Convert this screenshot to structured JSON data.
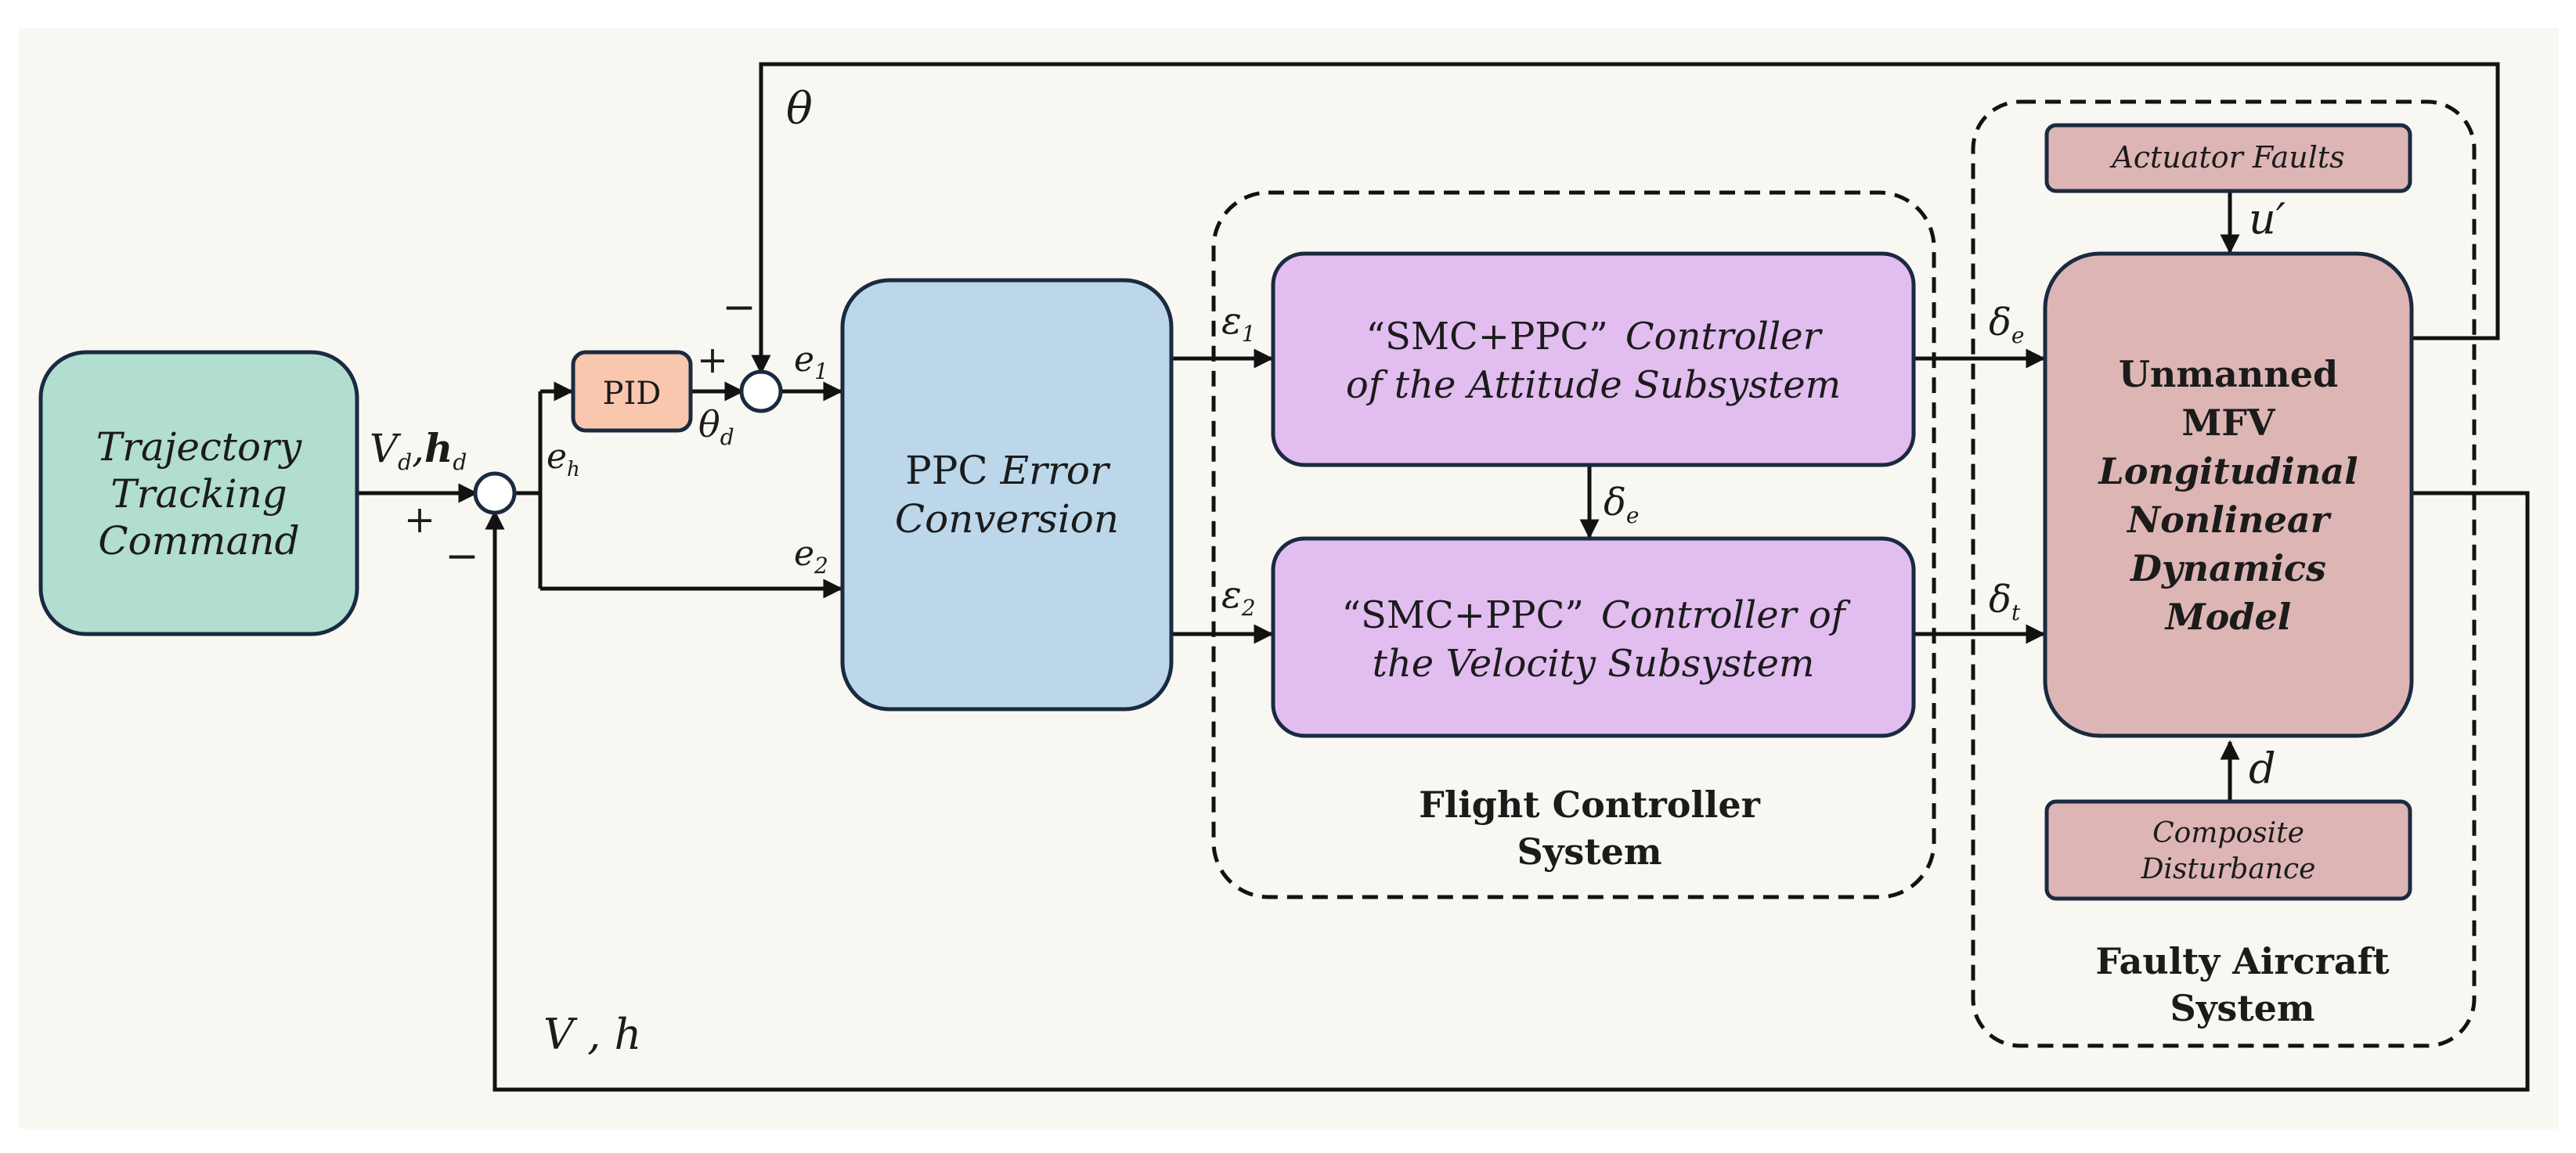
{
  "blocks": {
    "trajectory": {
      "lines": [
        "Trajectory",
        "Tracking",
        "Command"
      ],
      "color": "#b2ddd1"
    },
    "pid": {
      "label": "PID",
      "color": "#f8c7ad"
    },
    "ppc": {
      "line1_normal": "PPC ",
      "line1_italic": "Error",
      "line2": "Conversion",
      "color": "#bcd7ea"
    },
    "attitude_controller": {
      "line1_quote": "“SMC+PPC”",
      "line1_rest": "Controller",
      "line2": "of the Attitude Subsystem",
      "color": "#e2bdf0"
    },
    "velocity_controller": {
      "line1_quote": "“SMC+PPC”",
      "line1_rest": "Controller of",
      "line2": "the Velocity Subsystem",
      "color": "#e2bdf0"
    },
    "mfv_model": {
      "bold_lines": [
        "Unmanned",
        "MFV"
      ],
      "italic_lines": [
        "Longitudinal",
        "Nonlinear",
        "Dynamics",
        "Model"
      ],
      "color": "#ddb5b5"
    },
    "actuator_faults": {
      "label": "Actuator Faults",
      "color": "#ddb5b5"
    },
    "composite_disturbance": {
      "lines": [
        "Composite",
        "Disturbance"
      ],
      "color": "#ddb5b5"
    }
  },
  "groups": {
    "flight_controller": {
      "lines": [
        "Flight Controller",
        "System"
      ]
    },
    "faulty_aircraft": {
      "lines": [
        "Faulty Aircraft",
        "System"
      ]
    }
  },
  "signals": {
    "theta": "θ",
    "theta_d": {
      "base": "θ",
      "sub": "d"
    },
    "vd_hd": {
      "v": "V",
      "v_sub": "d",
      "sep": ",",
      "h": "h",
      "h_sub": "d"
    },
    "e_h": {
      "base": "e",
      "sub": "h"
    },
    "e_1": {
      "base": "e",
      "sub": "1"
    },
    "e_2": {
      "base": "e",
      "sub": "2"
    },
    "eps_1": {
      "base": "ε",
      "sub": "1"
    },
    "eps_2": {
      "base": "ε",
      "sub": "2"
    },
    "delta_e_top": {
      "base": "δ",
      "sub": "e"
    },
    "delta_e_mid": {
      "base": "δ",
      "sub": "e"
    },
    "delta_t": {
      "base": "δ",
      "sub": "t"
    },
    "u_prime": "u′",
    "d": "d",
    "v_h": "V , h"
  },
  "signs": {
    "plus_sum1": "+",
    "minus_sum1": "−",
    "plus_sum2": "+",
    "minus_sum2": "−"
  }
}
